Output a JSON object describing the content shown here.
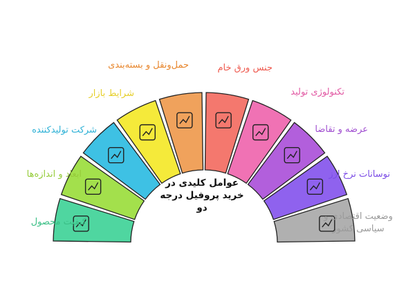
{
  "title": "عوامل کلیدی در خرید پروفیل درجه دو",
  "factors": [
    {
      "label": "کیفیت محصول",
      "color": "#4fd6a0",
      "icon": "chart-magnifier-icon"
    },
    {
      "label": "ابعاد و اندازه‌ها",
      "color": "#a3e04c",
      "icon": "ruler-icon"
    },
    {
      "label": "شرکت تولیدکننده",
      "color": "#3ec1e4",
      "icon": "star-icon"
    },
    {
      "label": "شرایط بازار",
      "color": "#f5ea3a",
      "icon": "bar-chart-icon"
    },
    {
      "label": "حمل‌ونقل و بسته‌بندی",
      "color": "#f0a25c",
      "icon": "worker-icon"
    },
    {
      "label": "جنس ورق خام",
      "color": "#f4786e",
      "icon": "metal-bars-icon"
    },
    {
      "label": "تکنولوژی تولید",
      "color": "#f072b4",
      "icon": "factory-icon"
    },
    {
      "label": "عرضه و تقاضا",
      "color": "#b25fdc",
      "icon": "money-scale-icon"
    },
    {
      "label": "نوسانات نرخ ارز",
      "color": "#8f62ee",
      "icon": "yen-exchange-icon"
    },
    {
      "label": "وضعیت اقتصادی و سیاسی کشور",
      "color": "#b0b0b0",
      "icon": "globe-currency-icon"
    }
  ],
  "label_colors": [
    "#3bbf86",
    "#96cc3a",
    "#2eb1d6",
    "#e6cf2a",
    "#e8872e",
    "#ee5a4f",
    "#e25aa4",
    "#a04ed0",
    "#7c4de6",
    "#9a9a9a"
  ]
}
